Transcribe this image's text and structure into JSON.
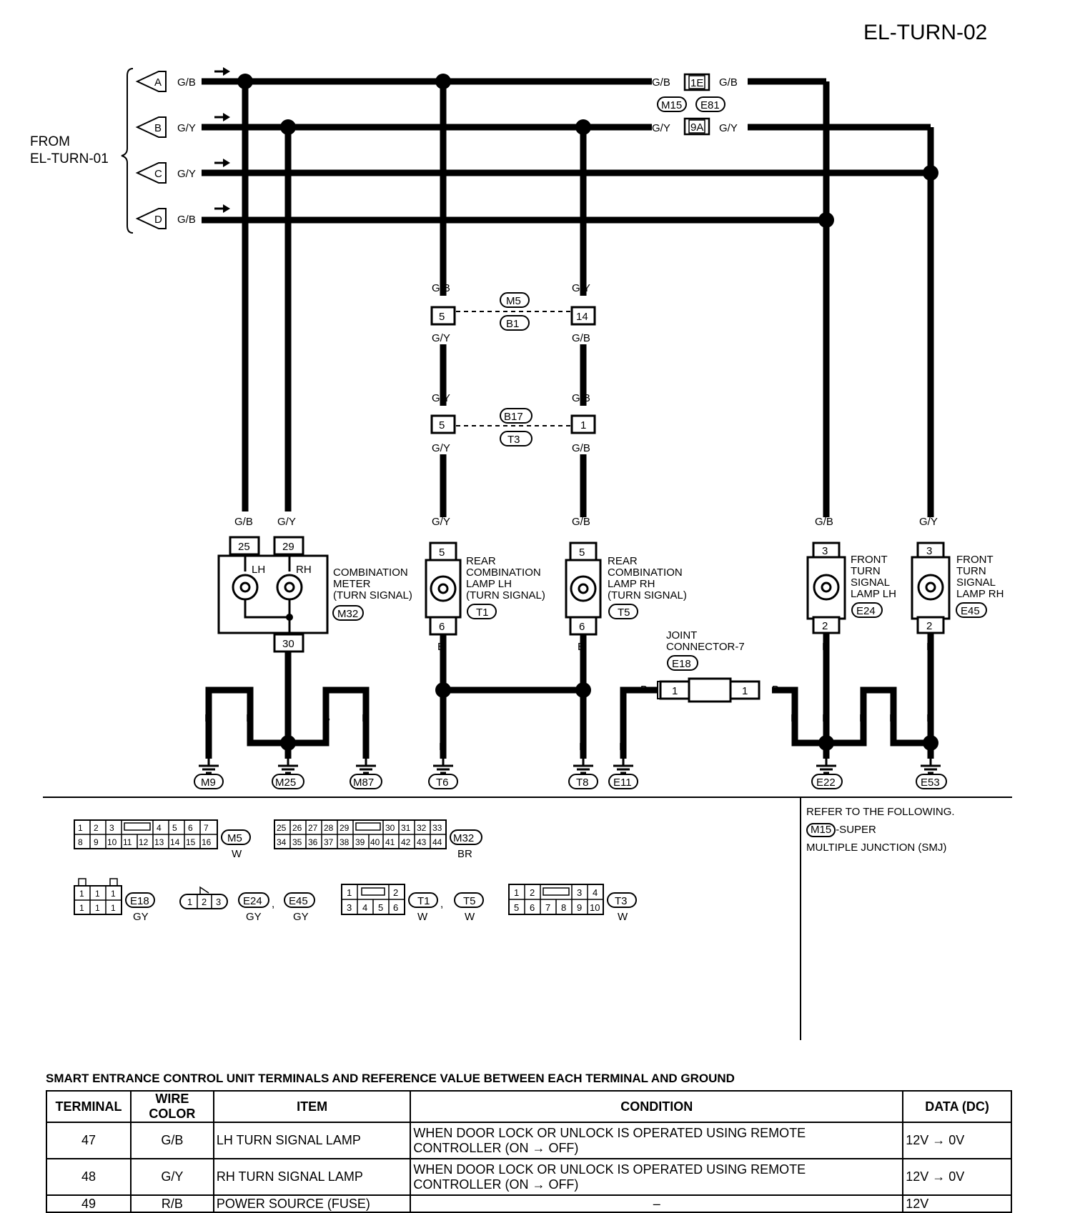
{
  "page_code": "EL-TURN-02",
  "from": {
    "line1": "FROM",
    "line2": "EL-TURN-01"
  },
  "inputs": [
    {
      "letter": "A",
      "wire": "G/B"
    },
    {
      "letter": "B",
      "wire": "G/Y"
    },
    {
      "letter": "C",
      "wire": "G/Y"
    },
    {
      "letter": "D",
      "wire": "G/B"
    }
  ],
  "wires": {
    "gb": "G/B",
    "gy": "G/Y",
    "b": "B"
  },
  "smj": {
    "pin1": "1E",
    "pin2": "9A",
    "conn_m": "M15",
    "conn_e": "E81"
  },
  "mid1": {
    "pin_left": "5",
    "pin_right": "14",
    "conn_top": "M5",
    "conn_bot": "B1"
  },
  "mid2": {
    "pin_left": "5",
    "pin_right": "1",
    "conn_top": "B17",
    "conn_bot": "T3"
  },
  "meter": {
    "pin_lh": "25",
    "pin_rh": "29",
    "pin_gnd": "30",
    "lh": "LH",
    "rh": "RH",
    "name1": "COMBINATION",
    "name2": "METER",
    "name3": "(TURN SIGNAL)",
    "conn": "M32"
  },
  "rear_lh": {
    "pin_top": "5",
    "pin_bot": "6",
    "name1": "REAR",
    "name2": "COMBINATION",
    "name3": "LAMP LH",
    "name4": "(TURN SIGNAL)",
    "conn": "T1"
  },
  "rear_rh": {
    "pin_top": "5",
    "pin_bot": "6",
    "name1": "REAR",
    "name2": "COMBINATION",
    "name3": "LAMP RH",
    "name4": "(TURN SIGNAL)",
    "conn": "T5"
  },
  "front_lh": {
    "pin_top": "3",
    "pin_bot": "2",
    "name1": "FRONT",
    "name2": "TURN",
    "name3": "SIGNAL",
    "name4": "LAMP LH",
    "conn": "E24"
  },
  "front_rh": {
    "pin_top": "3",
    "pin_bot": "2",
    "name1": "FRONT",
    "name2": "TURN",
    "name3": "SIGNAL",
    "name4": "LAMP RH",
    "conn": "E45"
  },
  "joint": {
    "name1": "JOINT",
    "name2": "CONNECTOR-7",
    "conn": "E18",
    "pin": "1"
  },
  "grounds": [
    "M9",
    "M25",
    "M87",
    "T6",
    "T8",
    "E11",
    "E22",
    "E53"
  ],
  "legend": {
    "m5": {
      "conn": "M5",
      "color": "W",
      "row1": [
        "1",
        "2",
        "3",
        "",
        "4",
        "5",
        "6",
        "7"
      ],
      "row2": [
        "8",
        "9",
        "10",
        "11",
        "12",
        "13",
        "14",
        "15",
        "16"
      ]
    },
    "m32": {
      "conn": "M32",
      "color": "BR",
      "row1": [
        "25",
        "26",
        "27",
        "28",
        "29",
        "",
        "30",
        "31",
        "32",
        "33"
      ],
      "row2": [
        "34",
        "35",
        "36",
        "37",
        "38",
        "39",
        "40",
        "41",
        "42",
        "43",
        "44"
      ]
    },
    "e18": {
      "conn": "E18",
      "color": "GY",
      "cell": "1"
    },
    "e24": {
      "conn1": "E24",
      "conn2": "E45",
      "color": "GY",
      "sep": ",",
      "pins": [
        "1",
        "2",
        "3"
      ]
    },
    "t1": {
      "conn1": "T1",
      "conn2": "T5",
      "color": "W",
      "sep": ",",
      "row1": [
        "1",
        "",
        "2"
      ],
      "row2": [
        "3",
        "4",
        "5",
        "6"
      ]
    },
    "t3": {
      "conn": "T3",
      "color": "W",
      "row1": [
        "1",
        "2",
        "",
        "3",
        "4"
      ],
      "row2": [
        "5",
        "6",
        "7",
        "8",
        "9",
        "10"
      ]
    }
  },
  "note": {
    "line1": "REFER TO THE FOLLOWING.",
    "conn": "M15",
    "line2": "-SUPER",
    "line3": "MULTIPLE JUNCTION (SMJ)"
  },
  "table": {
    "title": "SMART ENTRANCE CONTROL UNIT TERMINALS AND REFERENCE VALUE BETWEEN EACH TERMINAL AND GROUND",
    "headers": [
      "TERMINAL",
      "WIRE COLOR",
      "ITEM",
      "CONDITION",
      "DATA (DC)"
    ],
    "rows": [
      {
        "terminal": "47",
        "wire": "G/B",
        "item": "LH TURN SIGNAL LAMP",
        "cond1": "WHEN DOOR LOCK OR UNLOCK IS OPERATED USING REMOTE",
        "cond2": "CONTROLLER (ON → OFF)",
        "data": "12V → 0V"
      },
      {
        "terminal": "48",
        "wire": "G/Y",
        "item": "RH TURN SIGNAL LAMP",
        "cond1": "WHEN DOOR LOCK OR UNLOCK IS OPERATED USING REMOTE",
        "cond2": "CONTROLLER (ON → OFF)",
        "data": "12V → 0V"
      },
      {
        "terminal": "49",
        "wire": "R/B",
        "item": "POWER SOURCE (FUSE)",
        "cond1": "–",
        "cond2": "",
        "data": "12V"
      }
    ]
  }
}
